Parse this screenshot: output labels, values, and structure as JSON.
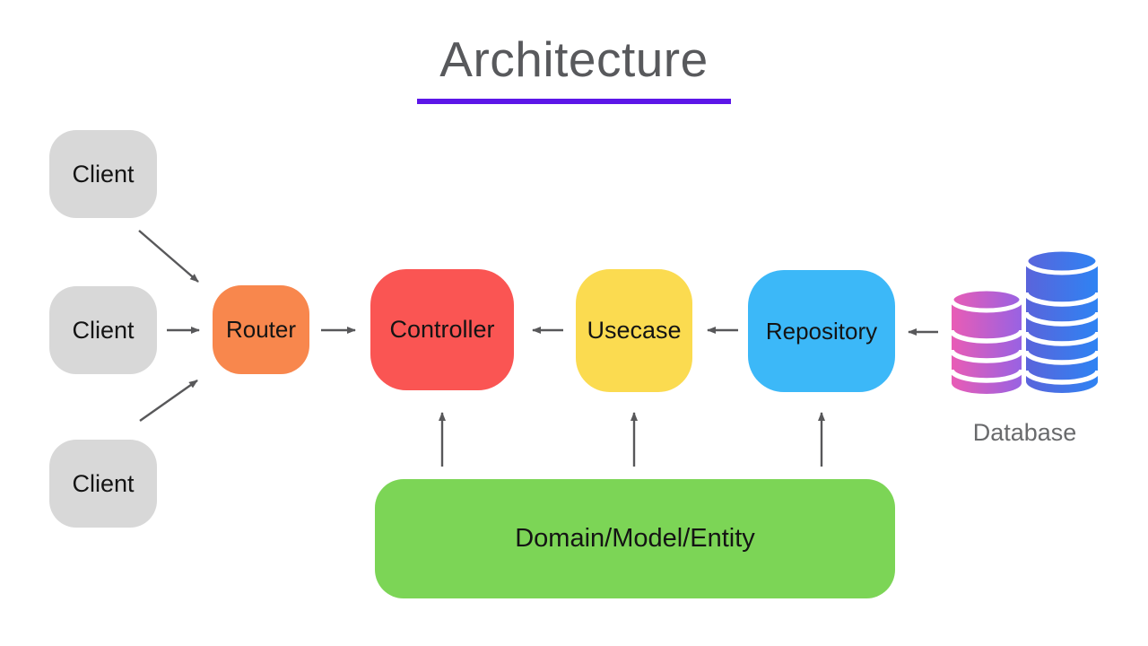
{
  "title": {
    "text": "Architecture",
    "color": "#58595C",
    "underline_color": "#5C16E8"
  },
  "nodes": {
    "client_color": "#D8D8D8",
    "clients": [
      {
        "label": "Client"
      },
      {
        "label": "Client"
      },
      {
        "label": "Client"
      }
    ],
    "router": {
      "label": "Router",
      "color": "#F8874D"
    },
    "controller": {
      "label": "Controller",
      "color": "#FA5553"
    },
    "usecase": {
      "label": "Usecase",
      "color": "#FBDB50"
    },
    "repository": {
      "label": "Repository",
      "color": "#3CB8F8"
    },
    "domain": {
      "label": "Domain/Model/Entity",
      "color": "#7CD556"
    }
  },
  "database": {
    "label": "Database",
    "label_color": "#696A6C",
    "gradient_left": {
      "from": "#E95CB5",
      "to": "#9862E3"
    },
    "gradient_right": {
      "from": "#5A64DB",
      "to": "#2E83F3"
    }
  },
  "arrows": {
    "color": "#58585A"
  }
}
